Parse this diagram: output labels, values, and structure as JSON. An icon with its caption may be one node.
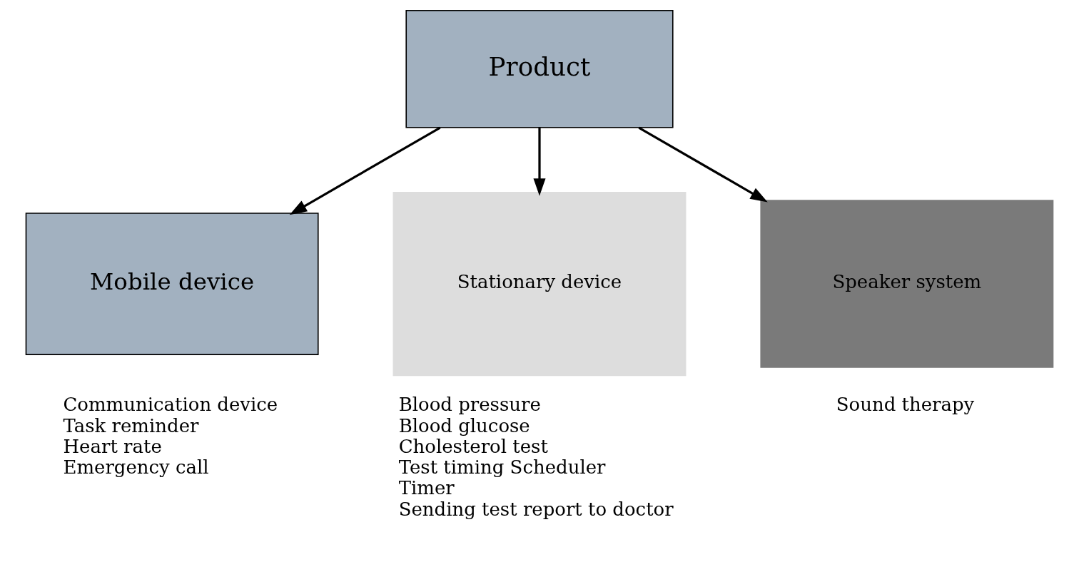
{
  "diagram": {
    "nodes": [
      {
        "text": [
          "Product"
        ]
      },
      {
        "text": [
          "Mobile device"
        ],
        "beside": [
          "Communication device",
          "Task reminder",
          "Heart rate",
          "Emergency call"
        ]
      },
      {
        "text": [
          "Stationary device"
        ],
        "beside": [
          "Blood pressure",
          "Blood glucose",
          "Cholesterol test",
          "Test timing Scheduler",
          "Timer",
          "Sending test report to doctor"
        ]
      },
      {
        "text": [
          "Speaker system"
        ],
        "beside": [
          "Sound therapy"
        ]
      }
    ],
    "edges": [
      {
        "from": 0,
        "to": 1,
        "arrow": "to"
      },
      {
        "from": 0,
        "to": 2,
        "arrow": "to"
      },
      {
        "from": 0,
        "to": 3,
        "arrow": "to"
      }
    ]
  }
}
